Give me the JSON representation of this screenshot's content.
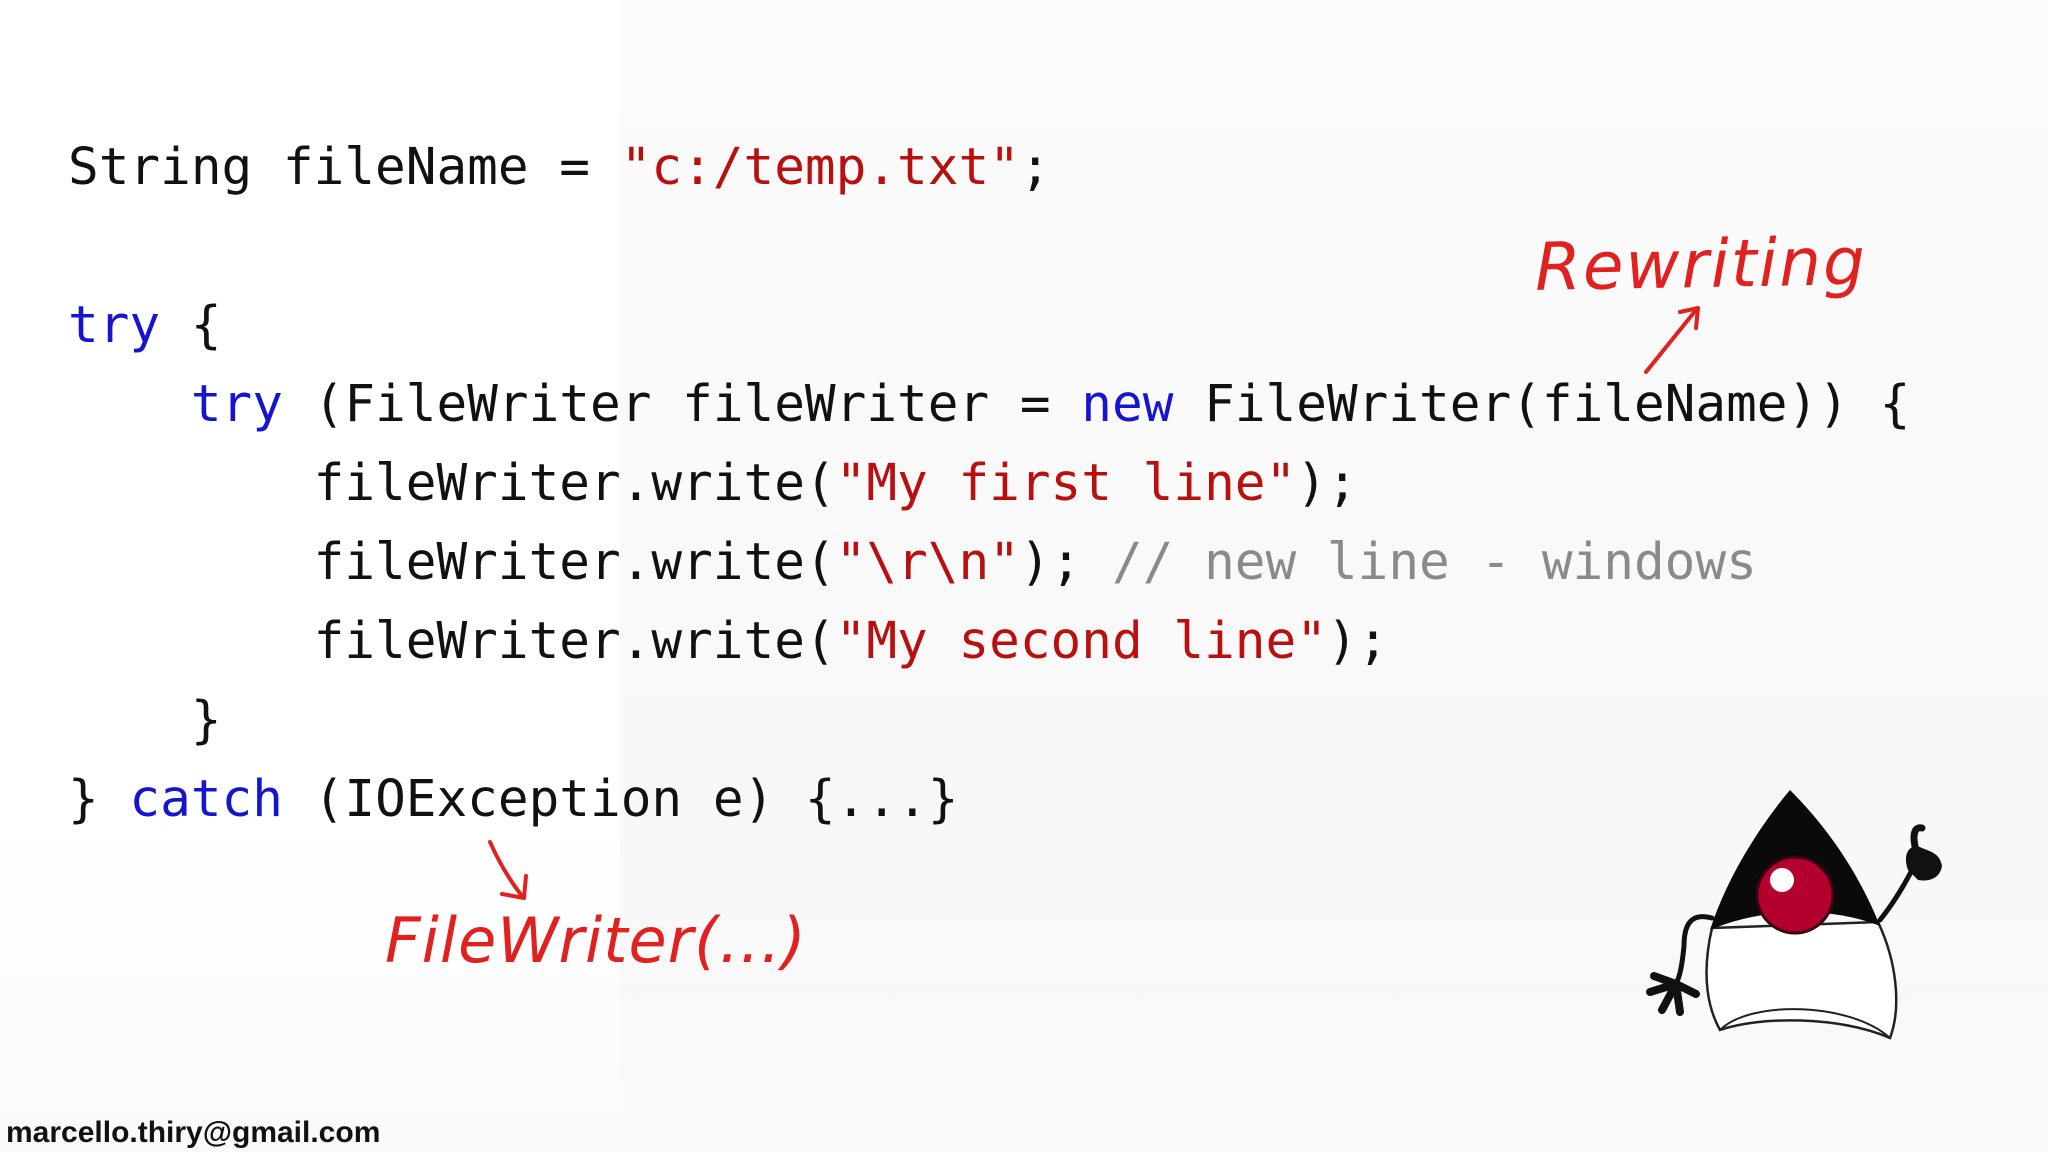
{
  "code_lines": [
    {
      "tokens": [
        {
          "t": "String fileName = ",
          "c": "plain"
        },
        {
          "t": "\"c:/temp.txt\"",
          "c": "str"
        },
        {
          "t": ";",
          "c": "plain"
        }
      ]
    },
    {
      "tokens": []
    },
    {
      "tokens": [
        {
          "t": "try",
          "c": "kw"
        },
        {
          "t": " {",
          "c": "plain"
        }
      ]
    },
    {
      "tokens": [
        {
          "t": "    ",
          "c": "plain"
        },
        {
          "t": "try",
          "c": "kw"
        },
        {
          "t": " (FileWriter fileWriter = ",
          "c": "plain"
        },
        {
          "t": "new",
          "c": "kw"
        },
        {
          "t": " FileWriter(fileName)) {",
          "c": "plain"
        }
      ]
    },
    {
      "tokens": [
        {
          "t": "        fileWriter.write(",
          "c": "plain"
        },
        {
          "t": "\"My first line\"",
          "c": "str"
        },
        {
          "t": ");",
          "c": "plain"
        }
      ]
    },
    {
      "tokens": [
        {
          "t": "        fileWriter.write(",
          "c": "plain"
        },
        {
          "t": "\"\\r\\n\"",
          "c": "str"
        },
        {
          "t": "); ",
          "c": "plain"
        },
        {
          "t": "// new line - windows",
          "c": "cmt"
        }
      ]
    },
    {
      "tokens": [
        {
          "t": "        fileWriter.write(",
          "c": "plain"
        },
        {
          "t": "\"My second line\"",
          "c": "str"
        },
        {
          "t": ");",
          "c": "plain"
        }
      ]
    },
    {
      "tokens": [
        {
          "t": "    }",
          "c": "plain"
        }
      ]
    },
    {
      "tokens": [
        {
          "t": "} ",
          "c": "plain"
        },
        {
          "t": "catch",
          "c": "kw"
        },
        {
          "t": " (IOException e) {...}",
          "c": "plain"
        }
      ]
    }
  ],
  "annotations": {
    "rewriting": "Rewriting",
    "filewriter": "FileWriter(...)"
  },
  "footer": {
    "email": "marcello.thiry@gmail.com"
  },
  "mascot": {
    "icon": "java-duke-mascot-icon"
  },
  "colors": {
    "keyword": "#1414d2",
    "string": "#b90f0f",
    "comment": "#8a8a8a",
    "text": "#111111",
    "annotation": "#e0211f",
    "mascot_nose": "#b3002d"
  }
}
